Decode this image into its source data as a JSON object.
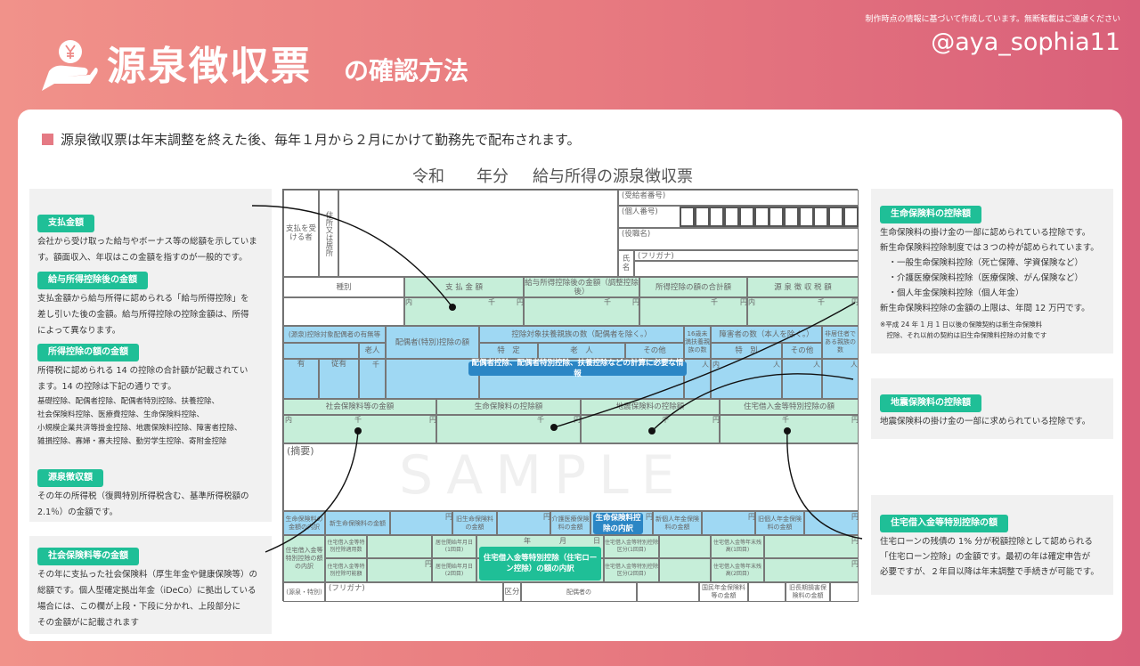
{
  "header": {
    "title_main": "源泉徴収票",
    "title_sub": "の確認方法",
    "notice": "制作時点の情報に基づいて作成しています。無断転載はご遠慮ください",
    "handle": "@aya_sophia11",
    "icon": "hand-coin-yen-icon"
  },
  "intro": "源泉徴収票は年末調整を終えた後、毎年１月から２月にかけて勤務先で配布されます。",
  "form": {
    "title_era": "令和　　年分",
    "title_main": "給与所得の源泉徴収票",
    "watermark": "SAMPLE",
    "recipient": "支払を受ける者",
    "address": "住所又は居所",
    "recipient_no": "(受給者番号)",
    "personal_no": "(個人番号)",
    "position": "(役職名)",
    "name": "氏名",
    "furigana": "(フリガナ)",
    "type": "種別",
    "pay": "支 払 金 額",
    "after_deduction": "給与所得控除後の金額（調整控除後）",
    "deduction_total": "所得控除の額の合計額",
    "withholding": "源 泉 徴 収 税 額",
    "uchi": "内",
    "sen": "千",
    "yen": "円",
    "nin": "人",
    "spouse": "(源泉)控除対象配偶者の有無等",
    "senior": "老人",
    "spouse_ded": "配偶者(特別)控除の額",
    "dependents": "控除対象扶養親族の数（配偶者を除く。）",
    "specific": "特　定",
    "elder": "老　人",
    "other": "その他",
    "under16": "16歳未満扶養親族の数",
    "disabled": "障害者の数（本人を除く。）",
    "special": "特　別",
    "nonresident": "非居住者である親族の数",
    "yes": "有",
    "juyu": "従有",
    "social": "社会保険料等の金額",
    "life": "生命保険料の控除額",
    "quake": "地震保険料の控除額",
    "housing": "住宅借入金等特別控除の額",
    "remarks": "(摘要)",
    "life_breakdown": "生命保険料の金額の内訳",
    "new_life": "新生命保険料の金額",
    "old_life": "旧生命保険料の金額",
    "care": "介護医療保険料の金額",
    "new_pension": "新個人年金保険料の金額",
    "old_pension": "旧個人年金保険料の金額",
    "housing_breakdown": "住宅借入金等特別控除の額の内訳",
    "h_applicable": "住宅借入金等特別控除適用数",
    "h_possible": "住宅借入金等特別控除可能額",
    "start1": "居住開始年月日(1回目)",
    "start2": "居住開始年月日(2回目)",
    "year": "年",
    "month": "月",
    "day": "日",
    "kubun1": "住宅借入金等特別控除区分(1回目)",
    "kubun2": "住宅借入金等特別控除区分(2回目)",
    "bal1": "住宅借入金等年末残高(1回目)",
    "bal2": "住宅借入金等年末残高(2回目)",
    "gensen_tokubetsu": "(源泉・特別)",
    "kubun": "区分",
    "pension_ins": "国民年金保険料等の金額",
    "old_longterm": "旧長期損害保険料の金額",
    "spouse_total": "配偶者の",
    "tag_dependents": "配偶者控除、配偶者特別控除、扶養控除などの計算に必要な情報",
    "tag_life": "生命保険料控除の内訳",
    "tag_housing": "住宅借入金等特別控除（住宅ローン控除）の額の内訳"
  },
  "left_panels": [
    {
      "label": "支払金額",
      "body": [
        "会社から受け取った給与やボーナス等の総額を示していま",
        "す。額面収入、年収はこの金額を指すのが一般的です。"
      ]
    },
    {
      "label": "給与所得控除後の金額",
      "body": [
        "支払金額から給与所得に認められる「給与所得控除」を",
        "差し引いた後の金額。給与所得控除の控除金額は、所得",
        "によって異なります。"
      ]
    },
    {
      "label": "所得控除の額の金額",
      "body": [
        "所得税に認められる 14 の控除の合計額が記載されてい",
        "ます。14 の控除は下記の通りです。"
      ],
      "small": [
        "基礎控除、配偶者控除、配偶者特別控除、扶養控除、",
        "社会保険料控除、医療費控除、生命保険料控除、",
        "小規模企業共済等掛金控除、地震保険料控除、障害者控除、",
        "雑損控除、寡婦・寡夫控除、勤労学生控除、寄附金控除"
      ]
    },
    {
      "label": "源泉徴収額",
      "body": [
        "その年の所得税（復興特別所得税含む、基準所得税額の",
        "2.1％）の金額です。"
      ]
    },
    {
      "label": "社会保険料等の金額",
      "body": [
        "その年に支払った社会保険料（厚生年金や健康保険等）の",
        "総額です。個人型確定拠出年金（iDeCo）に拠出している",
        "場合には、この欄が上段・下段に分かれ、上段部分に",
        "その金額がに記載されます"
      ]
    }
  ],
  "right_panels": [
    {
      "label": "生命保険料の控除額",
      "body": [
        "生命保険料の掛け金の一部に認められている控除です。",
        "新生命保険料控除制度では３つの枠が認められています。",
        "　・一般生命保険料控除（死亡保障、学資保険など）",
        "　・介護医療保険料控除（医療保険、がん保険など）",
        "　・個人年金保険料控除（個人年金）",
        "新生命保険料控除の金額の上限は、年間 12 万円です。"
      ],
      "small": [
        "※平成 24 年 1 月 1 日以後の保険契約は新生命保険料",
        "　控除、それ以前の契約は旧生命保険料控除の対象です"
      ]
    },
    {
      "label": "地震保険料の控除額",
      "body": [
        "地震保険料の掛け金の一部に求められている控除です。"
      ]
    },
    {
      "label": "住宅借入金等特別控除の額",
      "body": [
        "住宅ローンの残債の 1% 分が税額控除として認められる",
        "「住宅ローン控除」の金額です。最初の年は確定申告が",
        "必要ですが、２年目以降は年末調整で手続きが可能です。"
      ]
    }
  ],
  "colors": {
    "background_start": "#f1928a",
    "background_end": "#d9607a",
    "label_green": "#1fbf97",
    "form_green": "#c6eed9",
    "form_blue": "#9fd8f3",
    "tag_blue": "#2b86c5"
  }
}
